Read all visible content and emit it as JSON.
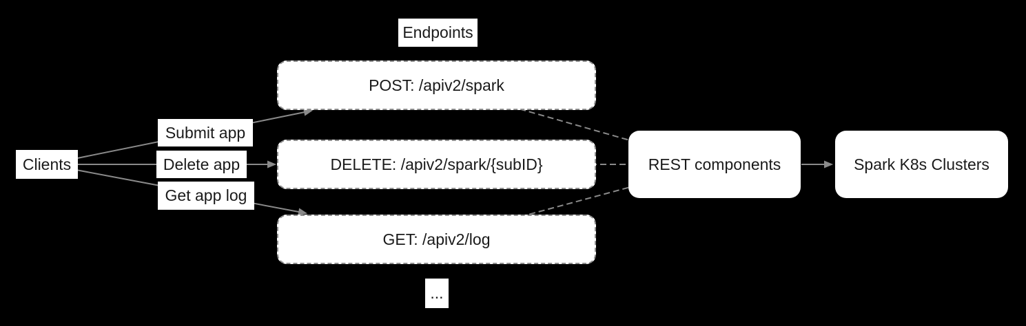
{
  "colors": {
    "background": "#000000",
    "node_fill": "#ffffff",
    "text": "#1a1a1a",
    "line": "#8a8a8a",
    "dashed_border": "#8f8f8f"
  },
  "nodes": {
    "clients": {
      "label": "Clients"
    },
    "endpoints_title": {
      "label": "Endpoints"
    },
    "endpoint_post": {
      "label": "POST: /apiv2/spark"
    },
    "endpoint_delete": {
      "label": "DELETE: /apiv2/spark/{subID}"
    },
    "endpoint_get": {
      "label": "GET: /apiv2/log"
    },
    "more_endpoints": {
      "label": "..."
    },
    "rest_components": {
      "label": "REST components"
    },
    "spark_clusters": {
      "label": "Spark K8s Clusters"
    }
  },
  "edge_labels": {
    "submit_app": {
      "label": "Submit app"
    },
    "delete_app": {
      "label": "Delete app"
    },
    "get_app_log": {
      "label": "Get app log"
    }
  },
  "edges": [
    {
      "from": "clients",
      "to": "endpoint_post",
      "label": "Submit app",
      "style": "solid-arrow"
    },
    {
      "from": "clients",
      "to": "endpoint_delete",
      "label": "Delete app",
      "style": "solid-arrow"
    },
    {
      "from": "clients",
      "to": "endpoint_get",
      "label": "Get app log",
      "style": "solid-arrow"
    },
    {
      "from": "endpoint_post",
      "to": "rest_components",
      "label": "",
      "style": "dashed"
    },
    {
      "from": "endpoint_delete",
      "to": "rest_components",
      "label": "",
      "style": "dashed"
    },
    {
      "from": "endpoint_get",
      "to": "rest_components",
      "label": "",
      "style": "dashed"
    },
    {
      "from": "rest_components",
      "to": "spark_clusters",
      "label": "",
      "style": "solid-arrow"
    }
  ]
}
